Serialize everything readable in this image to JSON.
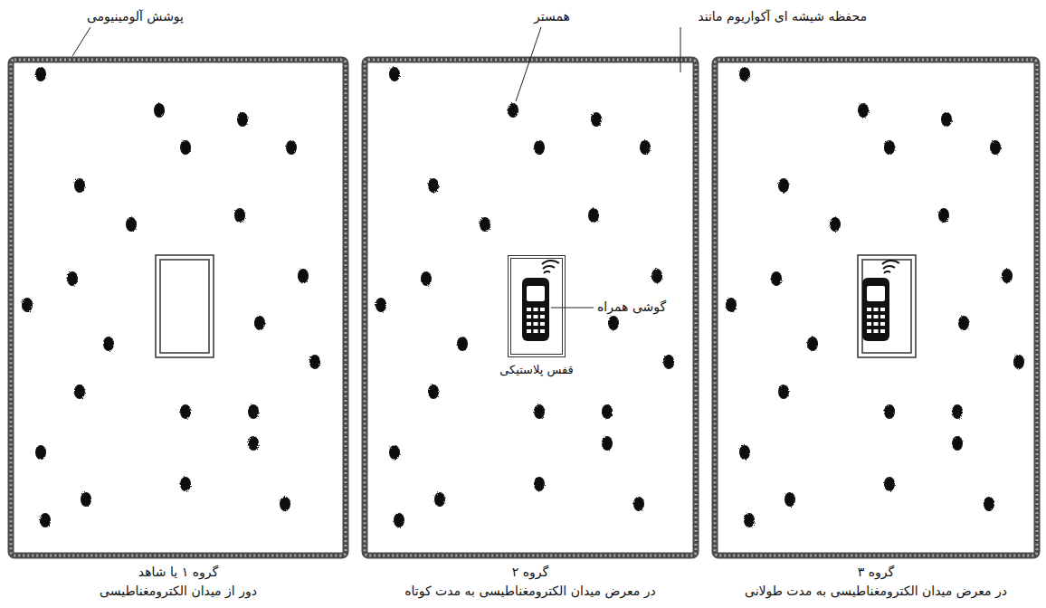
{
  "diagram": {
    "nodes": [
      {
        "text": [
          "گروه ۱ یا شاهد",
          "دور از میدان الکترومغناطیسی"
        ]
      },
      {
        "text": [
          "گروه ۲",
          "در معرض میدان الکترومغناطیسی به مدت کوتاه"
        ]
      },
      {
        "text": [
          "گروه ۳",
          "در معرض میدان الکترومغناطیسی به مدت طولانی"
        ]
      },
      {
        "text": [
          "قفس پلاستیکی"
        ],
        "in": 1
      }
    ],
    "labels": [
      "پوشش آلومینیومی",
      "محفظه شیشه ای آکواریوم مانند",
      "همستر",
      "گوشی همراه"
    ]
  }
}
